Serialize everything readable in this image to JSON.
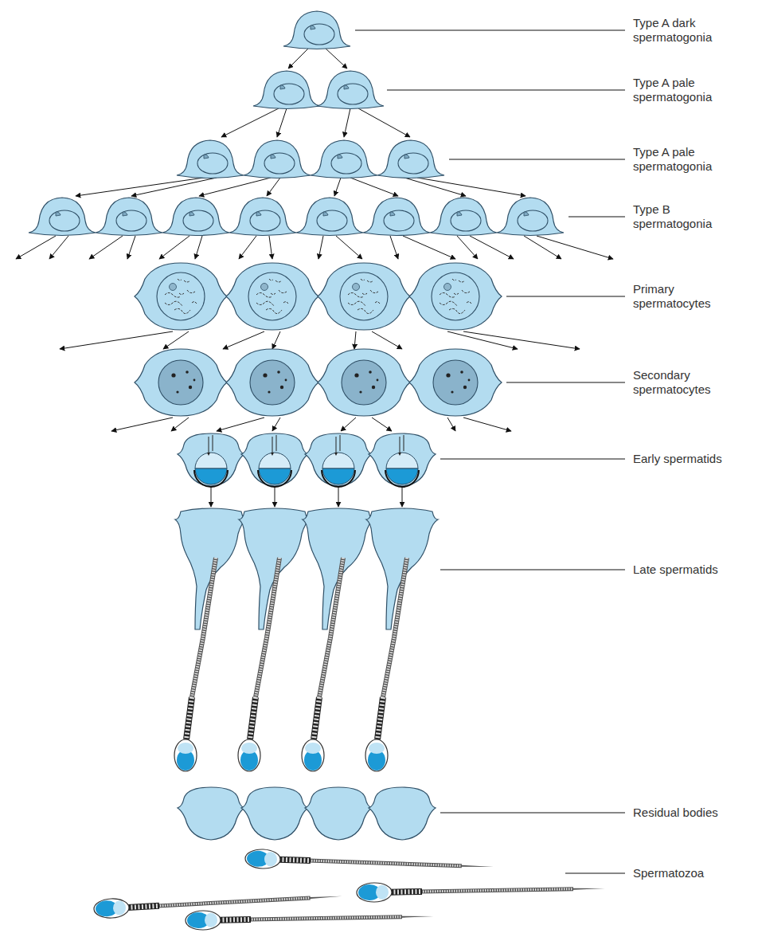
{
  "diagram": {
    "labels": [
      "Type A dark spermatogonia",
      "Type A pale spermatogonia",
      "Type A pale spermatogonia",
      "Type B spermatogonia",
      "Primary spermatocytes",
      "Secondary spermatocytes",
      "Early spermatids",
      "Late spermatids",
      "Residual bodies",
      "Spermatozoa"
    ]
  }
}
